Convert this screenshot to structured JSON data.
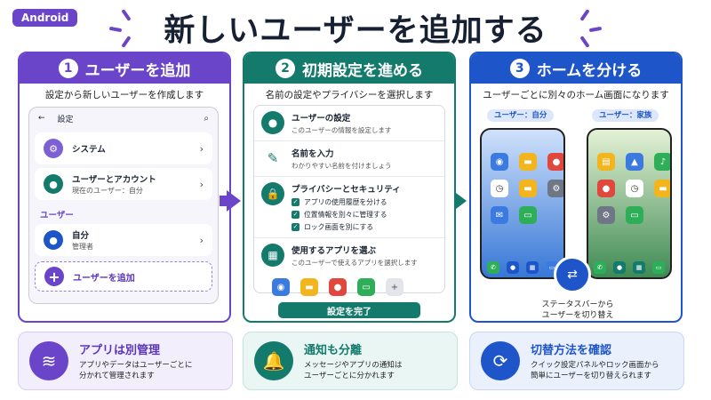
{
  "badge": "Android",
  "title": "新しいユーザーを追加する",
  "colors": {
    "purple": "#6a44c9",
    "green": "#137a6c",
    "blue": "#1e55c9"
  },
  "steps": [
    {
      "number": "1",
      "title": "ユーザーを追加",
      "desc": "設定から新しいユーザーを作成します",
      "settings": {
        "back_icon": "back-arrow-icon",
        "header": "設定",
        "search_icon": "search-icon",
        "rows": [
          {
            "icon": "gear-icon",
            "title": "システム",
            "sub": ""
          },
          {
            "icon": "person-icon",
            "title": "ユーザーとアカウント",
            "sub": "現在のユーザー：自分"
          }
        ],
        "section_label": "ユーザー",
        "user_row": {
          "icon": "person-icon",
          "title": "自分",
          "sub": "管理者"
        },
        "add_user_label": "ユーザーを追加"
      }
    },
    {
      "number": "2",
      "title": "初期設定を進める",
      "desc": "名前の設定やプライバシーを選択します",
      "items": [
        {
          "icon": "person-icon",
          "title": "ユーザーの設定",
          "sub": "このユーザーの情報を設定します"
        },
        {
          "icon": "pen-icon",
          "title": "名前を入力",
          "sub": "わかりやすい名前を付けましょう"
        }
      ],
      "privacy": {
        "icon": "lock-icon",
        "title": "プライバシーとセキュリティ",
        "checks": [
          "アプリの使用履歴を分ける",
          "位置情報を別々に管理する",
          "ロック画面を別にする"
        ]
      },
      "apps": {
        "icon": "apps-grid-icon",
        "title": "使用するアプリを選ぶ",
        "sub": "このユーザーで使えるアプリを選択します"
      },
      "done_button": "設定を完了"
    },
    {
      "number": "3",
      "title": "ホームを分ける",
      "desc": "ユーザーごとに別々のホーム画面になります",
      "tag_self": "ユーザー：自分",
      "tag_family": "ユーザー：家族",
      "switch_line1": "ステータスバーから",
      "switch_line2": "ユーザーを切り替え"
    }
  ],
  "cards": [
    {
      "icon": "layers-icon",
      "title": "アプリは別管理",
      "line1": "アプリやデータはユーザーごとに",
      "line2": "分かれて管理されます"
    },
    {
      "icon": "bell-icon",
      "title": "通知も分離",
      "line1": "メッセージやアプリの通知は",
      "line2": "ユーザーごとに分かれます"
    },
    {
      "icon": "switch-user-icon",
      "title": "切替方法を確認",
      "line1": "クイック設定パネルやロック画面から",
      "line2": "簡単にユーザーを切り替えられます"
    }
  ]
}
